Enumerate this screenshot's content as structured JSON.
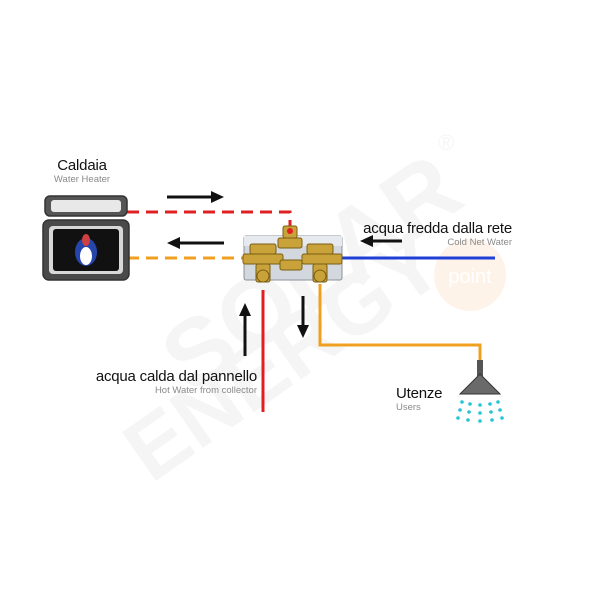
{
  "labels": {
    "boiler": {
      "main": "Caldaia",
      "sub": "Water Heater"
    },
    "cold_in": {
      "main": "acqua fredda dalla rete",
      "sub": "Cold Net Water"
    },
    "hot_in": {
      "main": "acqua calda dal pannello",
      "sub": "Hot Water from collector"
    },
    "users": {
      "main": "Utenze",
      "sub": "Users"
    }
  },
  "watermark": {
    "top": "SOLAR",
    "bottom": "ENERGY",
    "badge": "point",
    "registered": "®"
  },
  "colors": {
    "hot": "#e02020",
    "warm": "#f0a020",
    "cold": "#1f3fd6",
    "arrow": "#111111",
    "valve_body": "#cfd5dc",
    "brass": "#c9a23a",
    "spray": "#27c4d6"
  }
}
